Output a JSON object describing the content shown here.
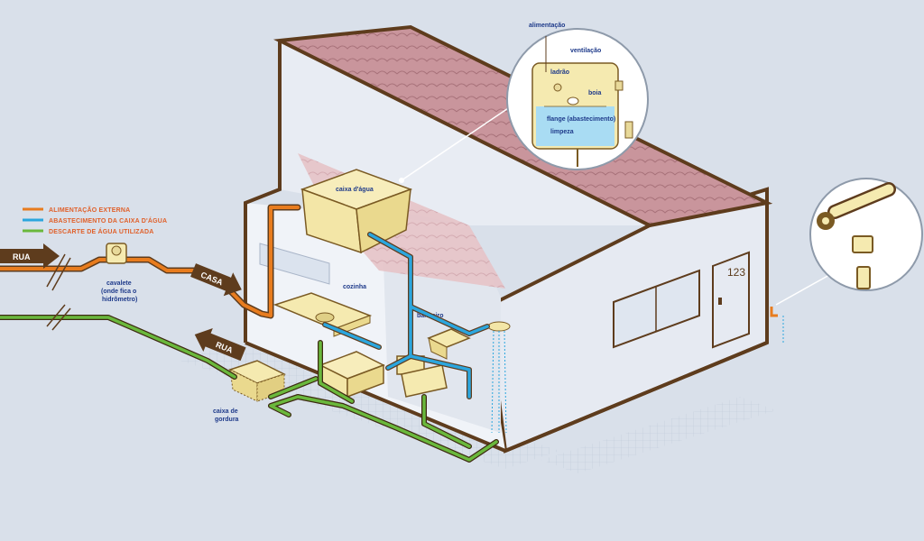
{
  "legend": [
    {
      "label": "ALIMENTAÇÃO EXTERNA",
      "color": "#e87c1e"
    },
    {
      "label": "ABASTECIMENTO DA CAIXA D'ÁGUA",
      "color": "#2ba6de"
    },
    {
      "label": "DESCARTE DE ÁGUA UTILIZADA",
      "color": "#6ab83c"
    }
  ],
  "arrows": {
    "rua_top": "RUA",
    "casa": "CASA",
    "rua_bottom": "RUA"
  },
  "labels": {
    "cavalete_1": "cavalete",
    "cavalete_2": "(onde fica o",
    "cavalete_3": "hidrômetro)",
    "caixa_agua": "caixa d'água",
    "cozinha": "cozinha",
    "banheiro": "banheiro",
    "caixa_gordura_1": "caixa de",
    "caixa_gordura_2": "gordura",
    "house_number": "123"
  },
  "detail": {
    "alimentacao": "alimentação",
    "ventilacao": "ventilação",
    "ladrao": "ladrão",
    "boia": "boia",
    "flange": "flange (abastecimento)",
    "limpeza": "limpeza"
  },
  "colors": {
    "background": "#d9e0ea",
    "roof": "#c9959c",
    "wall": "#e6eaf2",
    "outline": "#5e3c1d",
    "supply": "#e87c1e",
    "tank_feed": "#2ba6de",
    "waste": "#6ab83c",
    "fixture": "#f3e6a7"
  }
}
